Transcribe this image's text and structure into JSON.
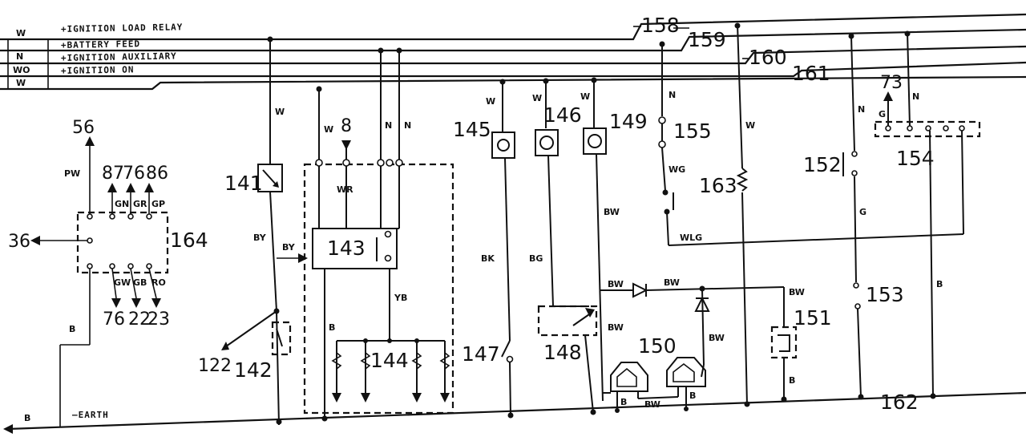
{
  "bus_lines": [
    {
      "code": "W",
      "label": "+IGNITION LOAD RELAY"
    },
    {
      "code": "N",
      "label": "+BATTERY FEED"
    },
    {
      "code": "WO",
      "label": "+IGNITION AUXILIARY"
    },
    {
      "code": "W",
      "label": "+IGNITION ON"
    }
  ],
  "earth": {
    "code": "B",
    "label": "—EARTH"
  },
  "components": {
    "c56": "56",
    "c87": "87",
    "c76top": "76",
    "c86": "86",
    "c36": "36",
    "c164": "164",
    "c76": "76",
    "c22": "22",
    "c23": "23",
    "c141": "141",
    "c122": "122",
    "c142": "142",
    "c8": "8",
    "c143": "143",
    "c144": "144",
    "c145": "145",
    "c146": "146",
    "c147": "147",
    "c148": "148",
    "c149": "149",
    "c150": "150",
    "c151": "151",
    "c152": "152",
    "c153": "153",
    "c154": "154",
    "c155": "155",
    "c73": "73",
    "c158": "158",
    "c159": "159",
    "c160": "160",
    "c161": "161",
    "c162": "162",
    "c163": "163"
  },
  "wire_codes": {
    "w141": "W",
    "w143a": "W",
    "w8": "WR",
    "w143n1": "N",
    "w143n2": "N",
    "w56": "PW",
    "w87": "GN",
    "w76t": "GR",
    "w86": "GP",
    "w76": "GW",
    "w22": "GB",
    "w23": "RO",
    "w141by": "BY",
    "w143by": "BY",
    "w_b164": "B",
    "w143b": "B",
    "w143yb": "YB",
    "w145": "W",
    "w146": "W",
    "w149": "W",
    "w145bk": "BK",
    "w146bg": "BG",
    "w149bw": "BW",
    "w148bw1": "BW",
    "w148bw2": "BW",
    "w_diode": "BW",
    "w150bw": "BW",
    "w150b1": "B",
    "w150bw3": "BW",
    "w150b2": "B",
    "w151bw": "BW",
    "w151b": "B",
    "w155n": "N",
    "w155wg": "WG",
    "wlg": "WLG",
    "w163": "W",
    "w152n": "N",
    "w152g": "G",
    "w153b": "B",
    "w154g": "G",
    "w154n": "N"
  }
}
